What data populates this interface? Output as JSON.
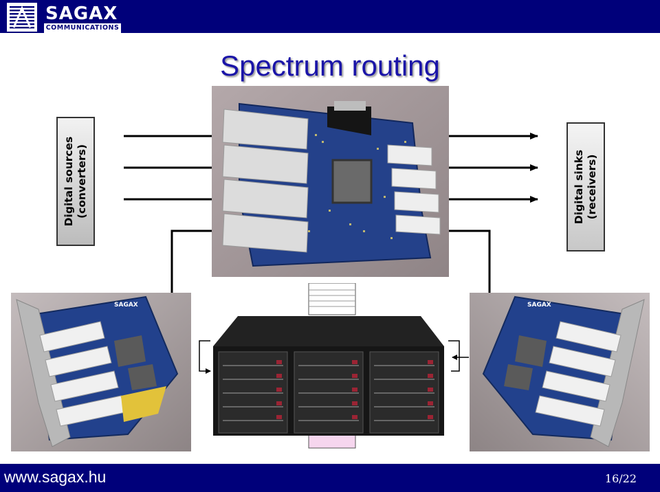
{
  "header": {
    "logo_word": "SAGAX",
    "logo_sub": "COMMUNICATIONS"
  },
  "slide": {
    "title": "Spectrum routing",
    "source_label_line1": "Digital sources",
    "source_label_line2": "(converters)",
    "sink_label_line1": "Digital sinks",
    "sink_label_line2": "(receivers)",
    "board_text_left": "SAGAX",
    "board_text_right": "SAGAX"
  },
  "footer": {
    "url": "www.sagax.hu",
    "page": "16/22"
  },
  "colors": {
    "bar": "#00007a",
    "title": "#1a14a8",
    "pcb": "#1f3f86",
    "storage_pink": "#f6d6ee"
  }
}
